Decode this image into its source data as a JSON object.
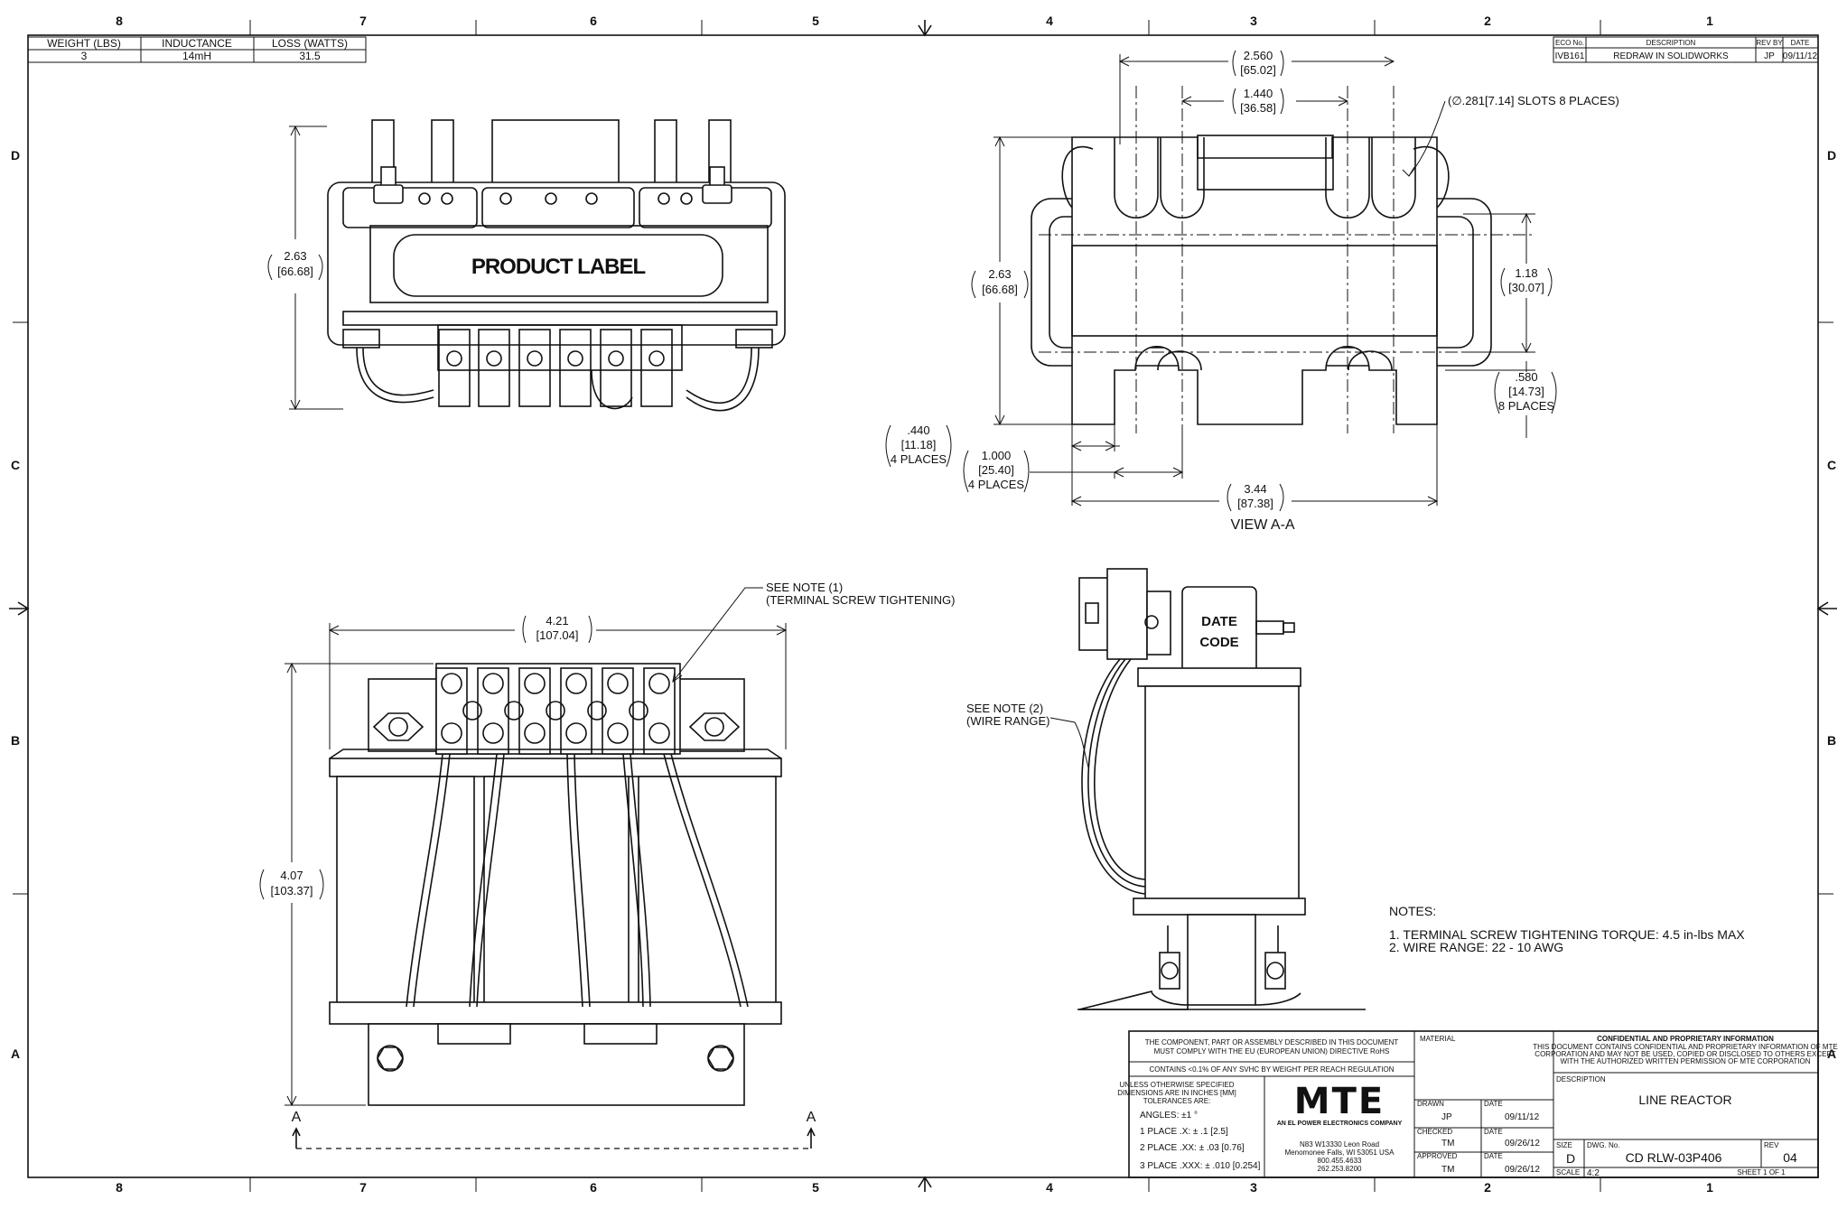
{
  "zones": {
    "columns": [
      "8",
      "7",
      "6",
      "5",
      "4",
      "3",
      "2",
      "1"
    ],
    "rows": [
      "D",
      "C",
      "B",
      "A"
    ]
  },
  "spec_table": {
    "headers": [
      "WEIGHT (LBS)",
      "INDUCTANCE",
      "LOSS (WATTS)"
    ],
    "values": [
      "3",
      "14mH",
      "31.5"
    ]
  },
  "revision_table": {
    "headers": [
      "ECO No.",
      "DESCRIPTION",
      "REV BY",
      "DATE"
    ],
    "row": [
      "IVB161",
      "REDRAW IN SOLIDWORKS",
      "JP",
      "09/11/12"
    ]
  },
  "front_view": {
    "label": "PRODUCT LABEL",
    "height_in": "2.63",
    "height_mm": "[66.68]"
  },
  "view_aa": {
    "title": "VIEW A-A",
    "dims": {
      "w1_in": "2.560",
      "w1_mm": "[65.02]",
      "w2_in": "1.440",
      "w2_mm": "[36.58]",
      "slots": "(∅.281[7.14] SLOTS 8 PLACES)",
      "h_in": "2.63",
      "h_mm": "[66.68]",
      "c_in": "1.18",
      "c_mm": "[30.07]",
      "s_in": ".580",
      "s_mm": "[14.73]",
      "s_places": "8 PLACES",
      "a_in": ".440",
      "a_mm": "[11.18]",
      "a_places": "4 PLACES",
      "b_in": "1.000",
      "b_mm": "[25.40]",
      "b_places": "4 PLACES",
      "w_in": "3.44",
      "w_mm": "[87.38]"
    }
  },
  "bottom_view": {
    "note1_line1": "SEE NOTE (1)",
    "note1_line2": "(TERMINAL SCREW TIGHTENING)",
    "width_in": "4.21",
    "width_mm": "[107.04]",
    "height_in": "4.07",
    "height_mm": "[103.37]",
    "section_label": "A"
  },
  "side_view": {
    "date_code_1": "DATE",
    "date_code_2": "CODE",
    "note2_line1": "SEE NOTE (2)",
    "note2_line2": "(WIRE RANGE)"
  },
  "notes": {
    "title": "NOTES:",
    "items": [
      "1.   TERMINAL SCREW TIGHTENING TORQUE: 4.5 in-lbs MAX",
      "2.   WIRE RANGE: 22 - 10 AWG"
    ]
  },
  "title_block": {
    "compliance_1": "THE COMPONENT, PART OR ASSEMBLY DESCRIBED IN THIS DOCUMENT",
    "compliance_2": "MUST COMPLY WITH THE EU (EUROPEAN UNION) DIRECTIVE RoHS",
    "reach": "CONTAINS <0.1% OF ANY SVHC BY WEIGHT PER REACH REGULATION",
    "tol_1": "UNLESS OTHERWISE SPECIFIED",
    "tol_2": "DIMENSIONS ARE IN INCHES [MM]",
    "tol_3": "TOLERANCES ARE:",
    "angles": "ANGLES: ±1 °",
    "place1": "1 PLACE .X:  ± .1 [2.5]",
    "place2": "2 PLACE .XX:  ± .03 [0.76]",
    "place3": "3 PLACE .XXX:  ± .010 [0.254]",
    "logo": "MTE",
    "logo_sub": "AN EL POWER ELECTRONICS COMPANY",
    "addr_1": "N83 W13330 Leon Road",
    "addr_2": "Menomonee Falls, WI 53051 USA",
    "addr_3": "800.455.4633",
    "addr_4": "262.253.8200",
    "material_label": "MATERIAL",
    "drawn_label": "DRAWN",
    "drawn_by": "JP",
    "drawn_date": "09/11/12",
    "checked_label": "CHECKED",
    "checked_by": "TM",
    "checked_date": "09/26/12",
    "approved_label": "APPROVED",
    "approved_by": "TM",
    "approved_date": "09/26/12",
    "date_label": "DATE",
    "conf_title": "CONFIDENTIAL AND PROPRIETARY INFORMATION",
    "conf_1": "THIS DOCUMENT CONTAINS CONFIDENTIAL AND PROPRIETARY INFORMATION OF MTE",
    "conf_2": "CORPORATION AND MAY NOT BE USED, COPIED OR DISCLOSED TO OTHERS EXCEPT",
    "conf_3": "WITH THE AUTHORIZED WRITTEN PERMISSION OF MTE CORPORATION",
    "description_label": "DESCRIPTION",
    "description": "LINE REACTOR",
    "size_label": "SIZE",
    "size": "D",
    "dwg_label": "DWG. No.",
    "dwg_no": "CD RLW-03P406",
    "rev_label": "REV",
    "rev": "04",
    "scale_label": "SCALE",
    "scale": "4:2",
    "sheet": "SHEET 1 OF 1"
  }
}
